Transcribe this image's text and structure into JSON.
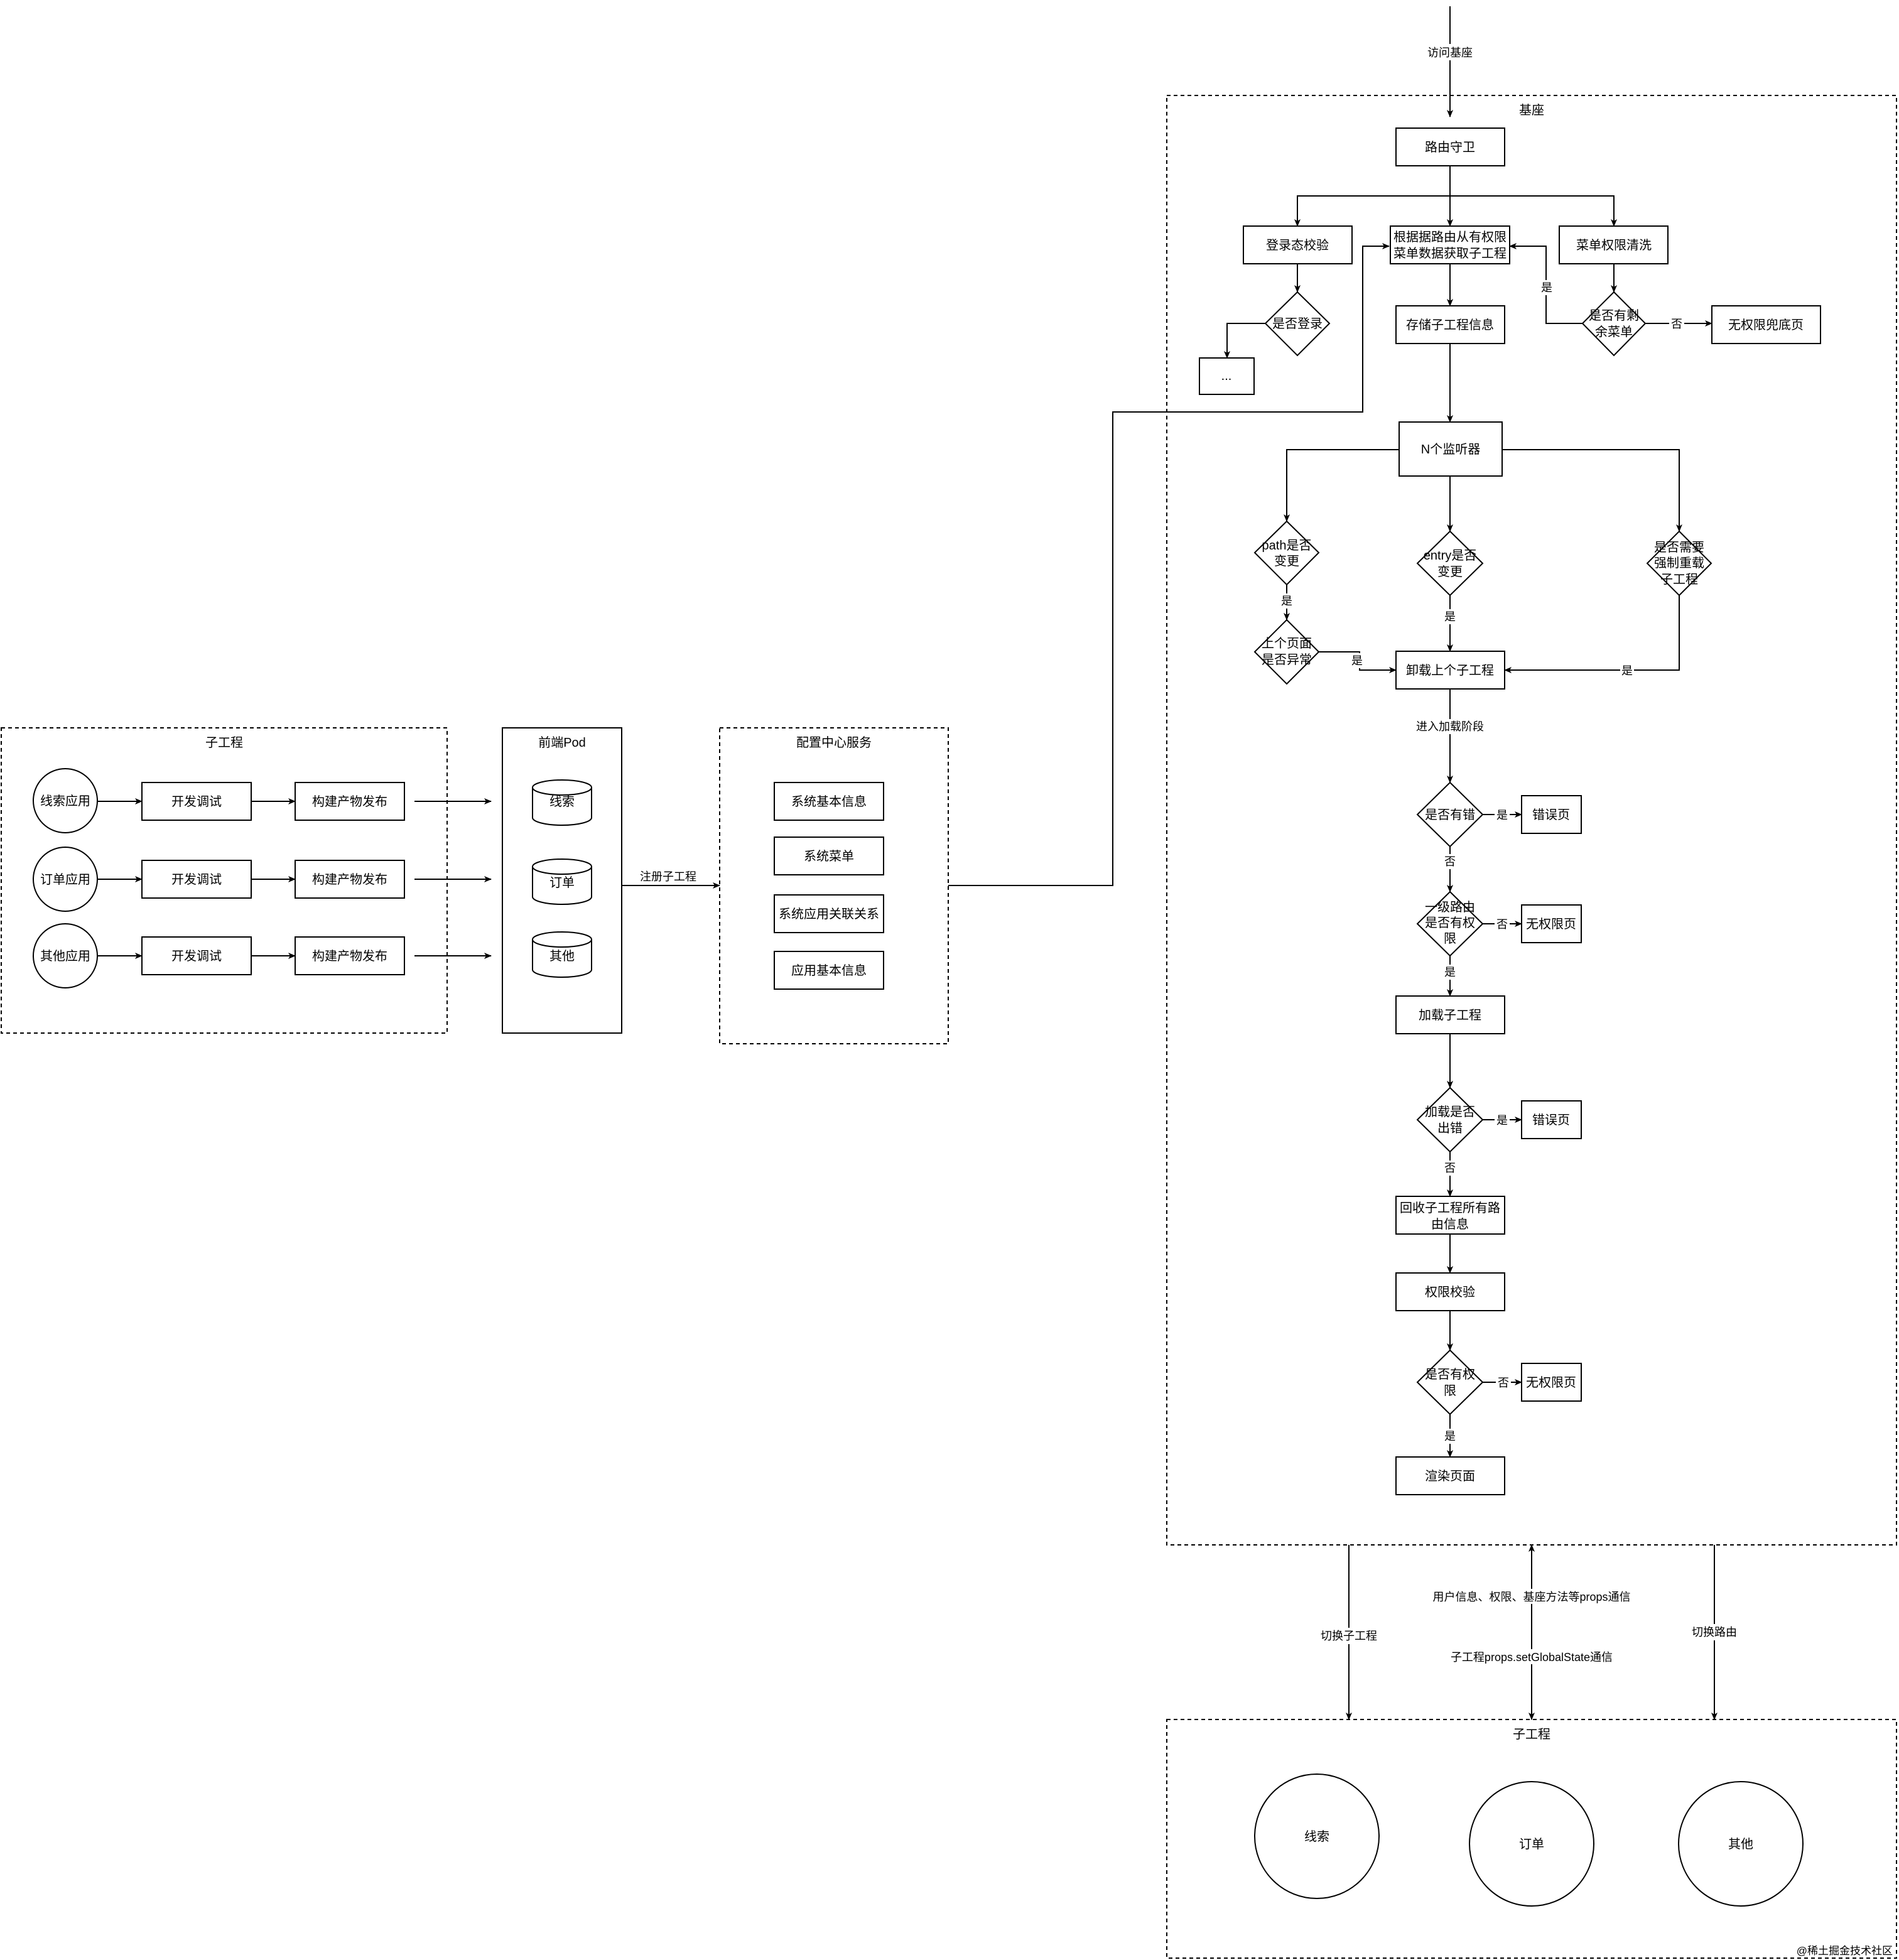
{
  "containers": {
    "base": "基座",
    "sub_left": "子工程",
    "pod": "前端Pod",
    "config": "配置中心服务",
    "sub_bottom": "子工程"
  },
  "left": {
    "apps": [
      "线索应用",
      "订单应用",
      "其他应用"
    ],
    "dev": "开发调试",
    "build": "构建产物发布",
    "pod_items": [
      "线索",
      "订单",
      "其他"
    ],
    "register": "注册子工程",
    "config_items": [
      "系统基本信息",
      "系统菜单",
      "系统应用关联关系",
      "应用基本信息"
    ]
  },
  "flow": {
    "entry": "访问基座",
    "route_guard": "路由守卫",
    "login_check": "登录态校验",
    "is_logged_in": "是否登录",
    "ellipsis": "...",
    "get_subapp": [
      "根据据路由从有权限",
      "菜单数据获取子工程"
    ],
    "menu_clean": "菜单权限清洗",
    "has_menu": [
      "是否有剩",
      "余菜单"
    ],
    "no_auth_fallback": "无权限兜底页",
    "store_info": "存储子工程信息",
    "listeners": "N个监听器",
    "path_changed": [
      "path是否",
      "变更"
    ],
    "entry_changed": [
      "entry是否",
      "变更"
    ],
    "force_reload": [
      "是否需要",
      "强制重载",
      "子工程"
    ],
    "prev_error": [
      "上个页面",
      "是否异常"
    ],
    "unload": "卸载上个子工程",
    "enter_load": "进入加载阶段",
    "has_error": "是否有错",
    "error_page_1": "错误页",
    "first_route": [
      "一级路由",
      "是否有权",
      "限"
    ],
    "no_auth_1": "无权限页",
    "load_subapp": "加载子工程",
    "load_error": [
      "加载是否",
      "出错"
    ],
    "error_page_2": "错误页",
    "collect_routes": [
      "回收子工程所有路",
      "由信息"
    ],
    "auth_check": "权限校验",
    "has_auth": [
      "是否有权",
      "限"
    ],
    "no_auth_2": "无权限页",
    "render": "渲染页面"
  },
  "edges": {
    "yes": "是",
    "no": "否"
  },
  "bottom": {
    "switch_subapp": "切换子工程",
    "props_down": "用户信息、权限、基座方法等props通信",
    "props_up": "子工程props.setGlobalState通信",
    "switch_route": "切换路由",
    "apps": [
      "线索",
      "订单",
      "其他"
    ]
  },
  "watermark": "@稀土掘金技术社区"
}
